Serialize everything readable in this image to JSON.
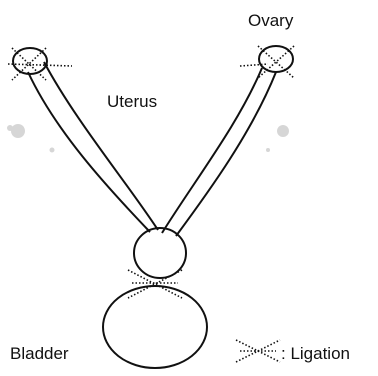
{
  "labels": {
    "ovary": "Ovary",
    "uterus": "Uterus",
    "bladder": "Bladder"
  },
  "legend": {
    "text": ": Ligation"
  },
  "colors": {
    "stroke": "#111111",
    "background": "#ffffff",
    "smudge": "#b5b5b5"
  },
  "icons": {
    "ligation": "dotted-cross-icon"
  }
}
